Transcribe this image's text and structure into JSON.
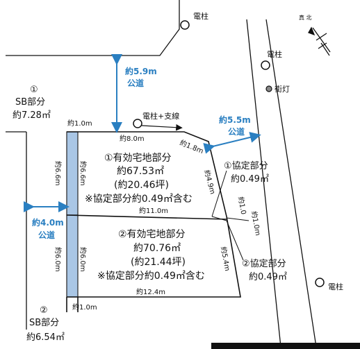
{
  "labels": {
    "pole_top": "電柱",
    "pole_right": "電柱",
    "pole_bottom": "電柱",
    "streetlight": "街灯",
    "pole_wire": "電柱+支線",
    "north": "真 北",
    "road_north_dist": "約5.9m",
    "road_north_name": "公道",
    "road_east_dist": "約5.5m",
    "road_east_name": "公道",
    "road_west_dist": "約4.0m",
    "road_west_name": "公道",
    "sb1_num": "①",
    "sb1_title": "SB部分",
    "sb1_area": "約7.28㎡",
    "sb2_num": "②",
    "sb2_title": "SB部分",
    "sb2_area": "約6.54㎡",
    "lot1_title": "①有効宅地部分",
    "lot1_area": "約67.53㎡",
    "lot1_tsubo": "(約20.46坪)",
    "lot1_note": "※協定部分約0.49㎡含む",
    "lot2_title": "②有効宅地部分",
    "lot2_area": "約70.76㎡",
    "lot2_tsubo": "(約21.44坪)",
    "lot2_note": "※協定部分約0.49㎡含む",
    "agree1_title": "①協定部分",
    "agree1_area": "約0.49㎡",
    "agree2_title": "②協定部分",
    "agree2_area": "約0.49㎡",
    "dim_top_sb": "約1.0m",
    "dim_top": "約8.0m",
    "dim_corner": "約1.8m",
    "dim_right_upper": "約4.9m",
    "dim_mid": "約11.0m",
    "dim_left_upper_outer": "約6.6m",
    "dim_left_upper_inner": "約6.6m",
    "dim_agree1": "約1.0",
    "dim_agree2": "約1.0m",
    "dim_left_lower_outer": "約6.0m",
    "dim_left_lower_inner": "約6.0m",
    "dim_right_lower": "約5.4m",
    "dim_bottom": "約12.4m",
    "dim_bottom_sb": "約1.0m"
  },
  "colors": {
    "road_label": "#2a7fc1",
    "sb_fill": "#a9c6e5"
  }
}
